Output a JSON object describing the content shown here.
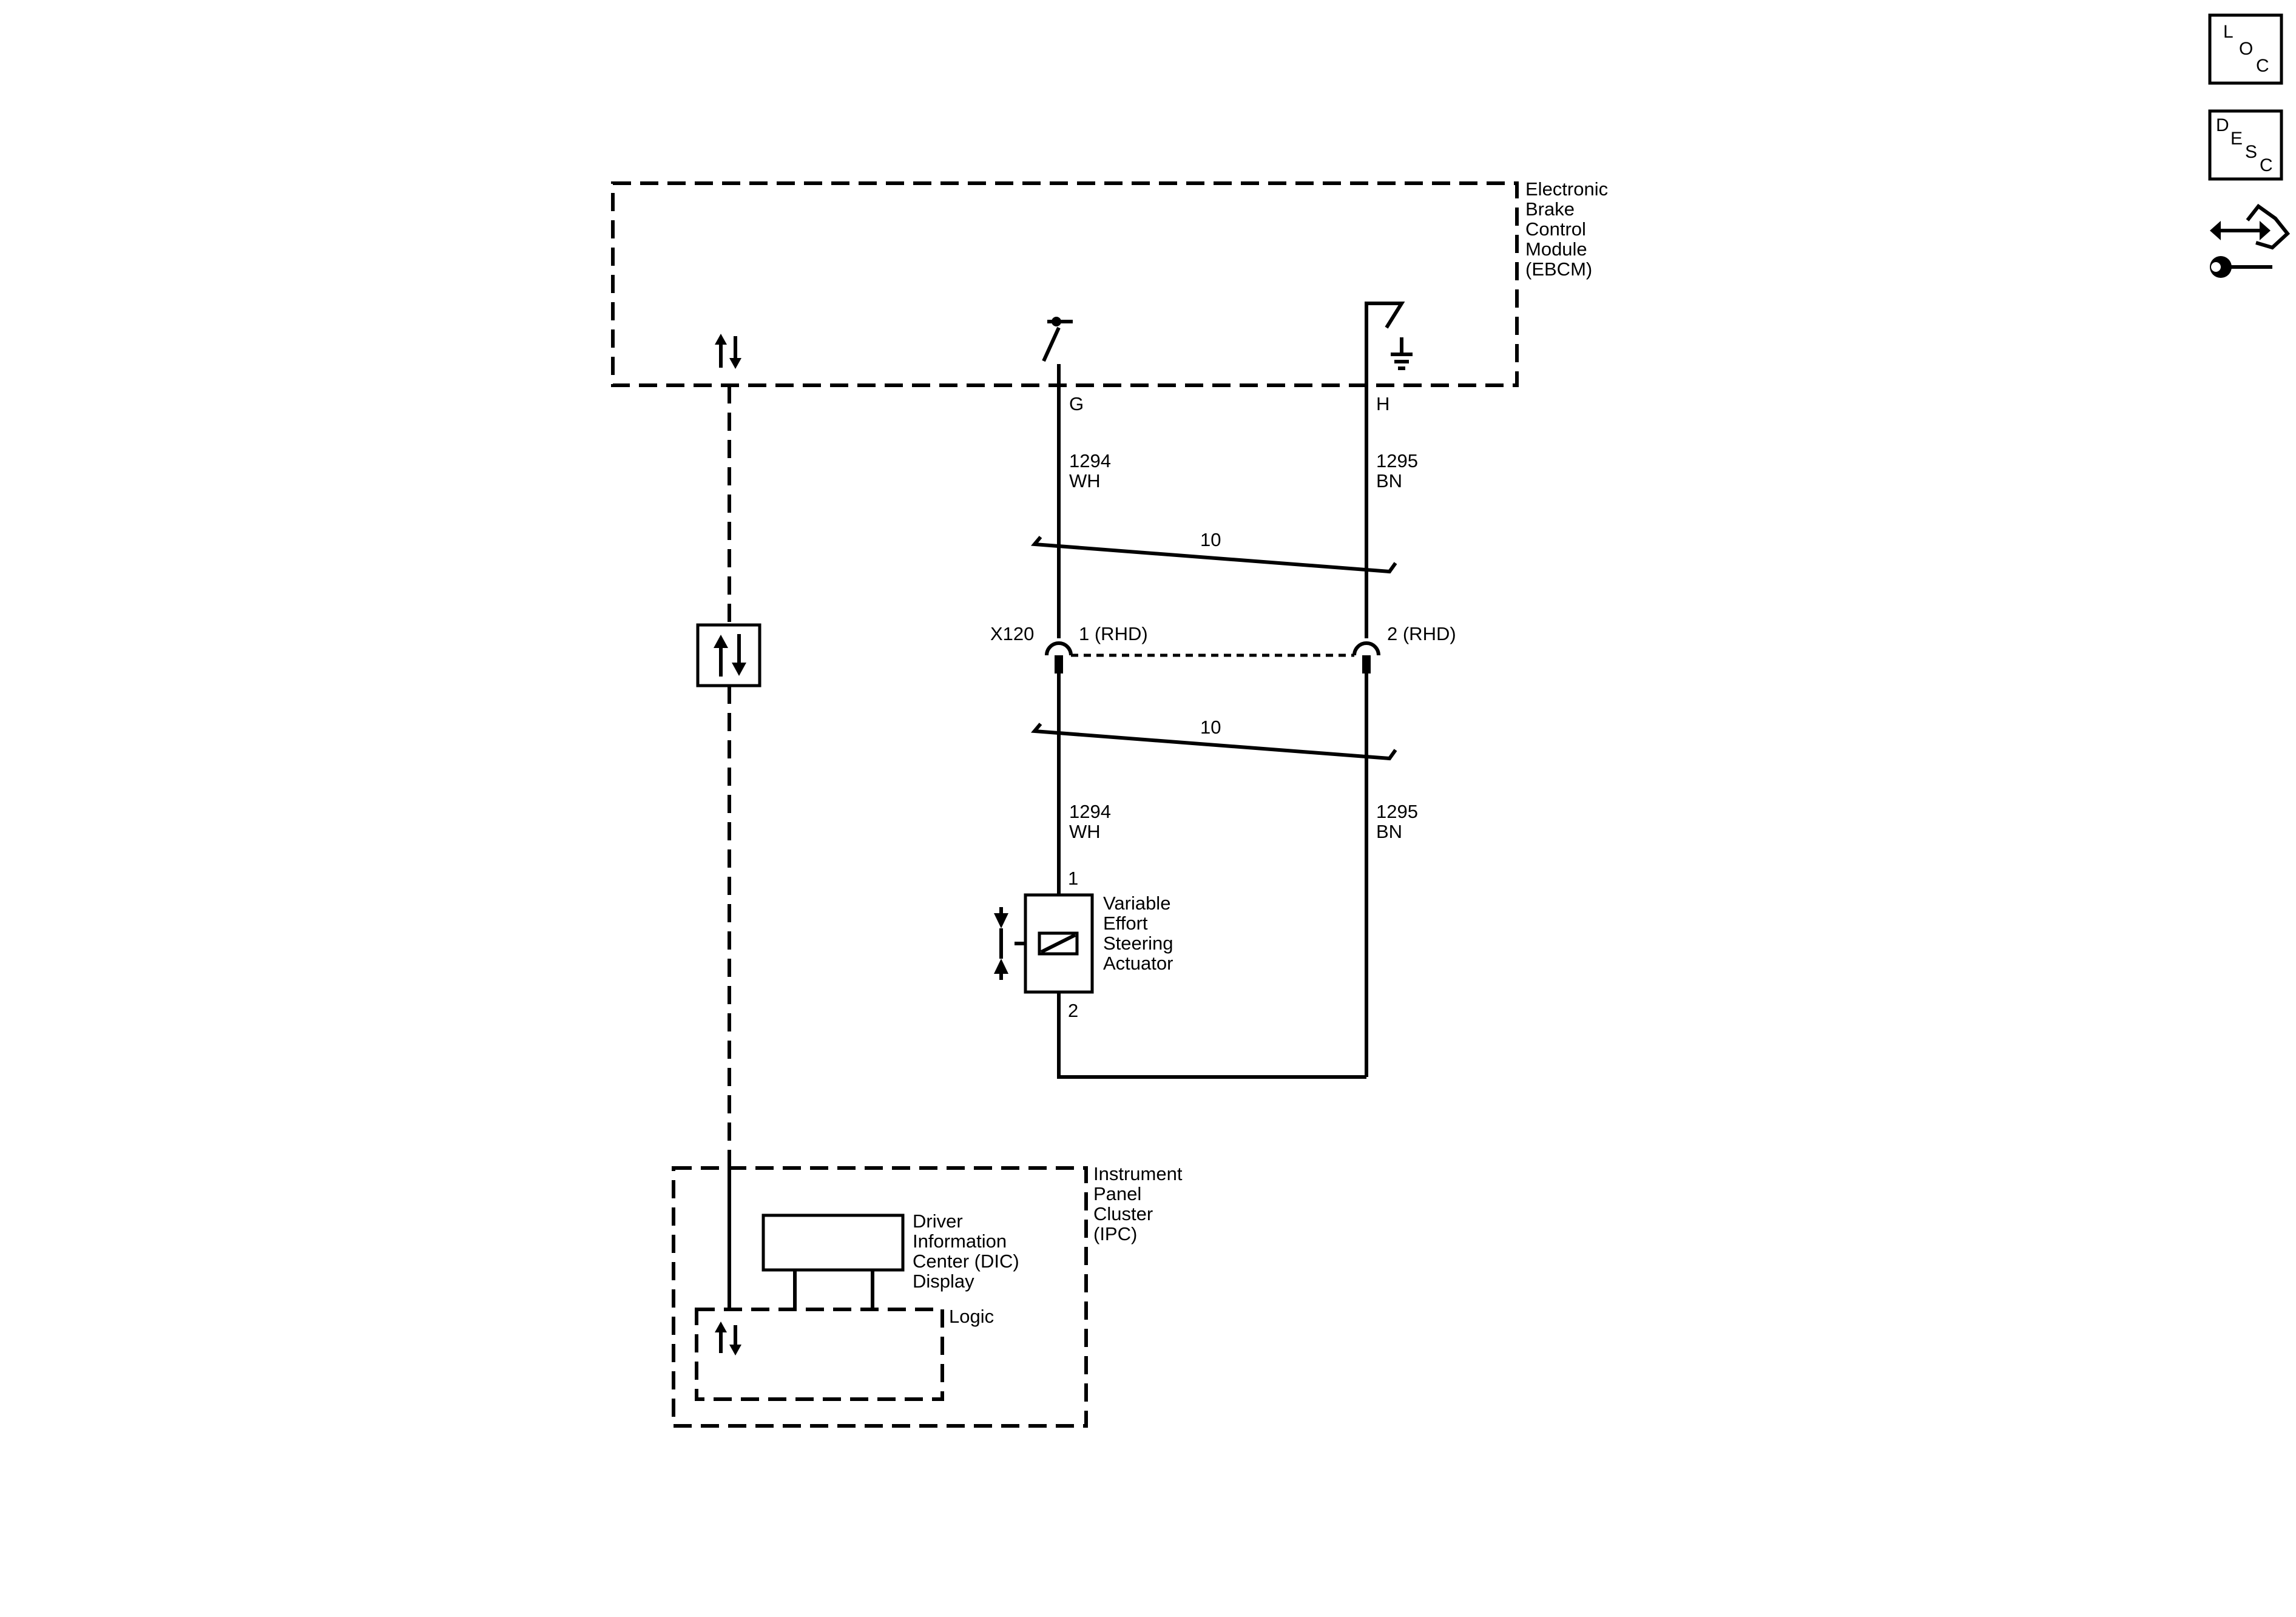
{
  "modules": {
    "ebcm": {
      "name_lines": [
        "Electronic",
        "Brake",
        "Control",
        "Module",
        "(EBCM)"
      ]
    },
    "ipc": {
      "name_lines": [
        "Instrument",
        "Panel",
        "Cluster",
        "(IPC)"
      ]
    },
    "dic": {
      "name_lines": [
        "Driver",
        "Information",
        "Center (DIC)",
        "Display"
      ]
    },
    "logic": {
      "name": "Logic"
    },
    "actuator": {
      "name_lines": [
        "Variable",
        "Effort",
        "Steering",
        "Actuator"
      ],
      "pin_top": "1",
      "pin_bottom": "2"
    }
  },
  "pins": {
    "g": "G",
    "h": "H"
  },
  "wires": {
    "left_upper": {
      "circuit": "1294",
      "color": "WH"
    },
    "right_upper": {
      "circuit": "1295",
      "color": "BN"
    },
    "left_lower": {
      "circuit": "1294",
      "color": "WH"
    },
    "right_lower": {
      "circuit": "1295",
      "color": "BN"
    }
  },
  "twist": {
    "upper": "10",
    "lower": "10"
  },
  "connector": {
    "name": "X120",
    "pin1": "1 (RHD)",
    "pin2": "2 (RHD)"
  },
  "side_icons": {
    "loc": {
      "letters": [
        "L",
        "O",
        "C"
      ]
    },
    "desc": {
      "letters": [
        "D",
        "E",
        "S",
        "C"
      ]
    },
    "service": {
      "icon": "connector-wrench-icon"
    }
  },
  "colors": {
    "line": "#000000",
    "background": "#ffffff"
  }
}
